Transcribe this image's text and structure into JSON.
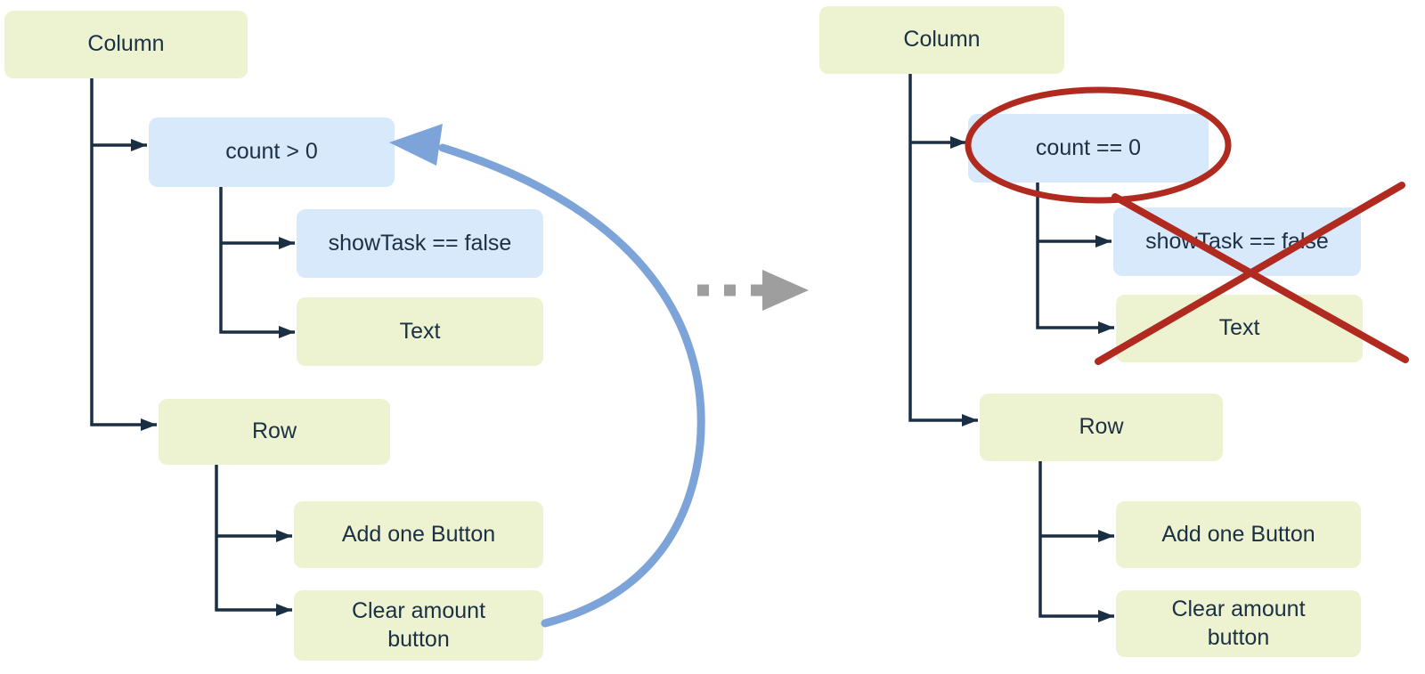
{
  "left_tree": {
    "column_label": "Column",
    "condition_label": "count > 0",
    "showtask_label": "showTask == false",
    "text_label": "Text",
    "row_label": "Row",
    "add_one_label": "Add one Button",
    "clear_amount_label": "Clear amount button"
  },
  "right_tree": {
    "column_label": "Column",
    "condition_label": "count == 0",
    "showtask_label": "showTask == false",
    "text_label": "Text",
    "row_label": "Row",
    "add_one_label": "Add one Button",
    "clear_amount_label": "Clear amount button"
  },
  "icons": {
    "loop_arrow": "curved-arrow-pointing-left",
    "transition_arrow": "dotted-arrow-pointing-right",
    "highlight": "red-ellipse-outline",
    "removed": "red-cross-out-x"
  },
  "colors": {
    "widget_box": "#edf2d0",
    "condition_box": "#d7e9fb",
    "line": "#1a2e44",
    "text": "#1b3045",
    "loop_arrow": "#7da4d9",
    "transition_arrow": "#9e9e9e",
    "annotation_red": "#b12a20"
  }
}
